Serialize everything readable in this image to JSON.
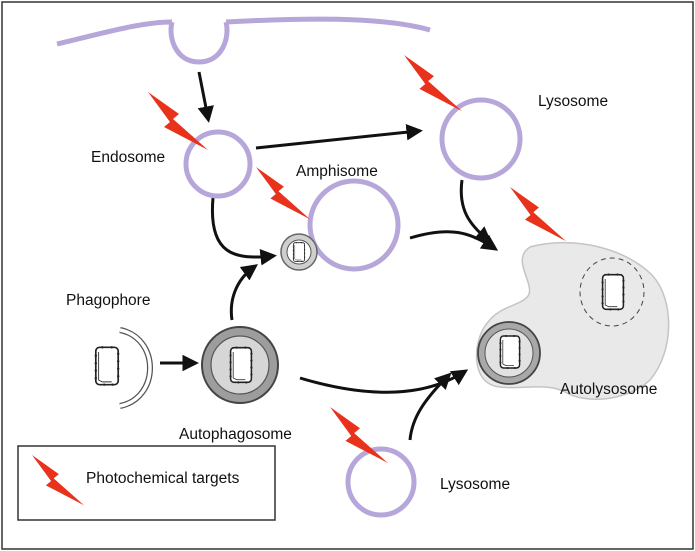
{
  "labels": {
    "endosome": "Endosome",
    "lysosome_top": "Lysosome",
    "amphisome": "Amphisome",
    "phagophore": "Phagophore",
    "autophagosome": "Autophagosome",
    "autolysosome": "Autolysosome",
    "lysosome_bottom": "Lysosome"
  },
  "legend": {
    "label": "Photochemical targets",
    "icon": "lightning-bolt-icon"
  },
  "colors": {
    "membrane": "#b7a6d9",
    "bolt": "#e8321c",
    "autolysosome_fill": "#e9e9e9",
    "autophagosome_fill": "#9d9d9d",
    "arrow": "#111111"
  }
}
